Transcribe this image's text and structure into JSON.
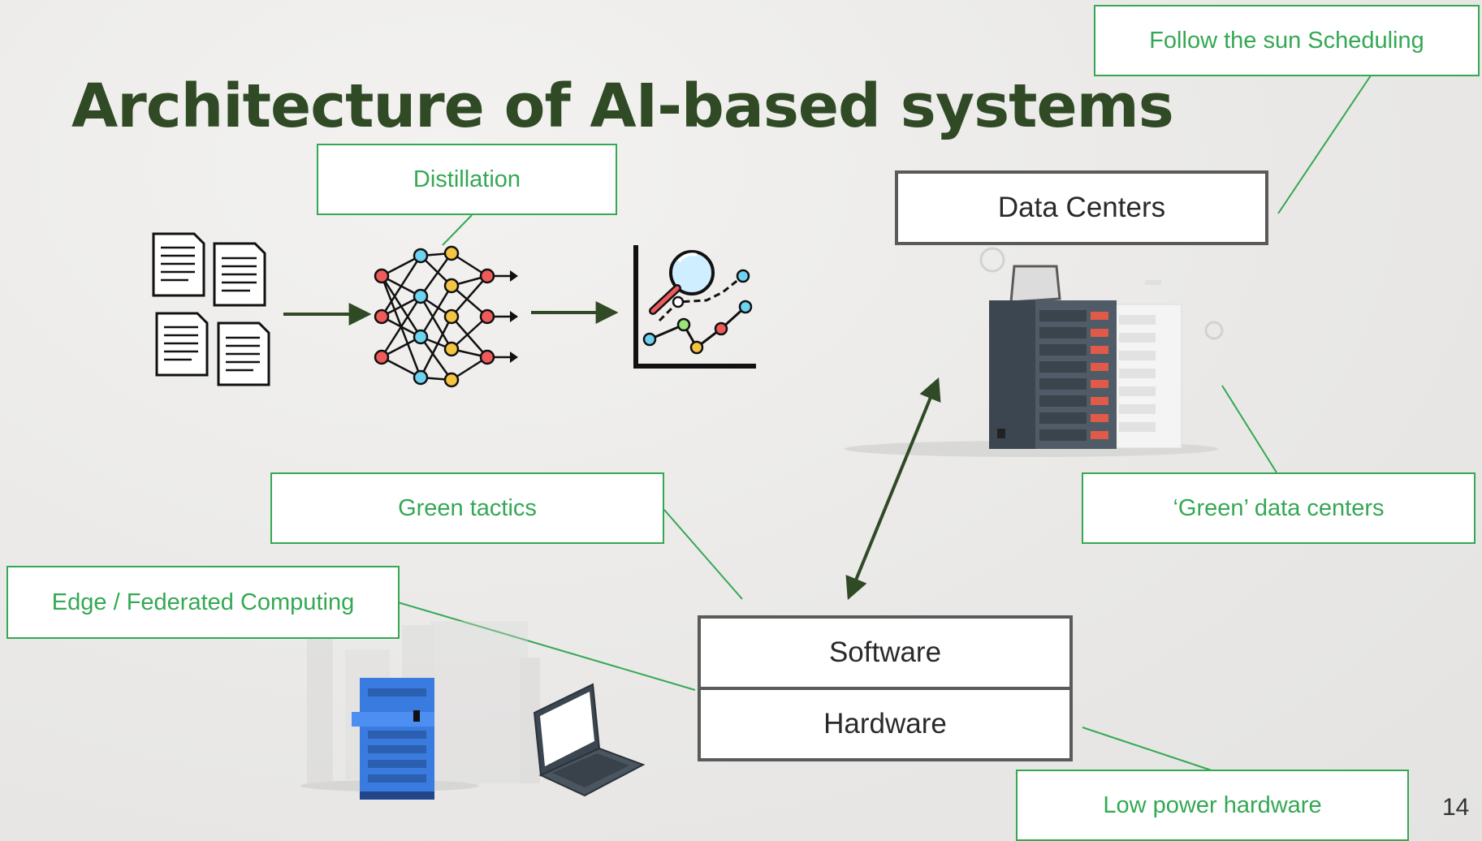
{
  "slide": {
    "title": "Architecture of AI-based systems",
    "page_number": "14"
  },
  "labels": {
    "distillation": "Distillation",
    "follow_the_sun": "Follow the sun Scheduling",
    "green_tactics": "Green tactics",
    "edge_federated": "Edge / Federated Computing",
    "green_data_centers": "‘Green’ data centers",
    "low_power_hardware": "Low power hardware"
  },
  "layers": {
    "data_centers": "Data Centers",
    "software": "Software",
    "hardware": "Hardware"
  },
  "icons": [
    "documents-icon",
    "arrow-right-icon",
    "neural-network-icon",
    "data-analysis-icon",
    "server-rack-icon",
    "server-blue-icon",
    "laptop-icon",
    "double-arrow-icon"
  ],
  "colors": {
    "title": "#2f4a25",
    "label_border": "#34a853",
    "arrow": "#2f4a25",
    "connector": "#34a853"
  }
}
